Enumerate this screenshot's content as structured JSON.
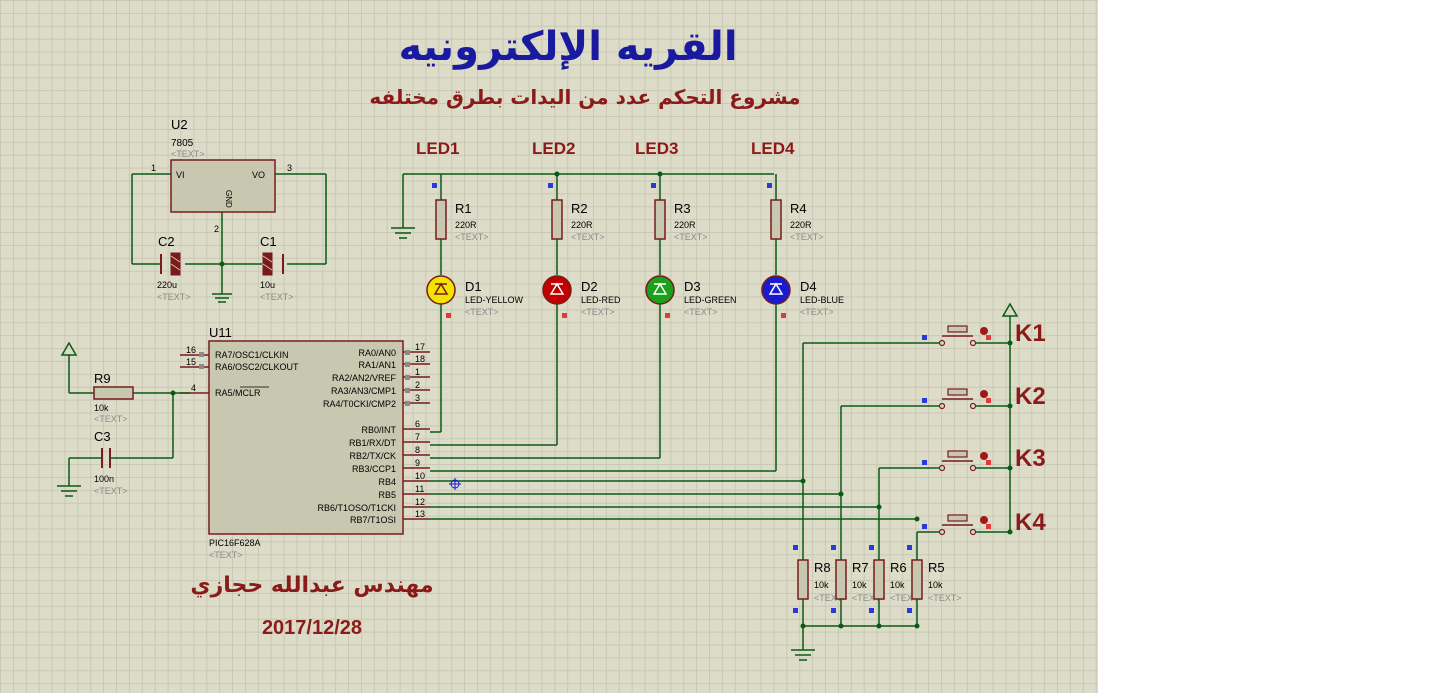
{
  "header": {
    "title": "القريه الإلكترونيه",
    "subtitle": "مشروع التحكم عدد من اليدات بطرق مختلفه"
  },
  "footer": {
    "author": "مهندس عبدالله حجازي",
    "date": "2017/12/28"
  },
  "colors": {
    "title": "#1a1aa0",
    "subtitle": "#8b1a1a",
    "wire": "#0a5a14",
    "part": "#7a1a1a",
    "bg": "#dcdcc8"
  },
  "leds": [
    {
      "label": "LED1",
      "r_ref": "R1",
      "r_val": "220R",
      "d_ref": "D1",
      "d_type": "LED-YELLOW",
      "color": "#f2e400"
    },
    {
      "label": "LED2",
      "r_ref": "R2",
      "r_val": "220R",
      "d_ref": "D2",
      "d_type": "LED-RED",
      "color": "#c00000"
    },
    {
      "label": "LED3",
      "r_ref": "R3",
      "r_val": "220R",
      "d_ref": "D3",
      "d_type": "LED-GREEN",
      "color": "#1aa01a"
    },
    {
      "label": "LED4",
      "r_ref": "R4",
      "r_val": "220R",
      "d_ref": "D4",
      "d_type": "LED-BLUE",
      "color": "#1a1ad0"
    }
  ],
  "switches": [
    "K1",
    "K2",
    "K3",
    "K4"
  ],
  "pulldowns": [
    {
      "ref": "R8",
      "val": "10k"
    },
    {
      "ref": "R7",
      "val": "10k"
    },
    {
      "ref": "R6",
      "val": "10k"
    },
    {
      "ref": "R5",
      "val": "10k"
    }
  ],
  "regulator": {
    "ref": "U2",
    "type": "7805",
    "pin_in": "VI",
    "pin_out": "VO",
    "pin_gnd": "GND",
    "n1": "1",
    "n2": "2",
    "n3": "3"
  },
  "caps": {
    "c2": {
      "ref": "C2",
      "val": "220u"
    },
    "c1": {
      "ref": "C1",
      "val": "10u"
    },
    "c3": {
      "ref": "C3",
      "val": "100n"
    }
  },
  "r9": {
    "ref": "R9",
    "val": "10k"
  },
  "mcu": {
    "ref": "U11",
    "type": "PIC16F628A",
    "left_pins": [
      {
        "num": "16",
        "name": "RA7/OSC1/CLKIN"
      },
      {
        "num": "15",
        "name": "RA6/OSC2/CLKOUT"
      },
      {
        "num": "4",
        "name": "RA5/MCLR"
      }
    ],
    "right_pins": [
      {
        "num": "17",
        "name": "RA0/AN0"
      },
      {
        "num": "18",
        "name": "RA1/AN1"
      },
      {
        "num": "1",
        "name": "RA2/AN2/VREF"
      },
      {
        "num": "2",
        "name": "RA3/AN3/CMP1"
      },
      {
        "num": "3",
        "name": "RA4/T0CKI/CMP2"
      },
      {
        "num": "6",
        "name": "RB0/INT"
      },
      {
        "num": "7",
        "name": "RB1/RX/DT"
      },
      {
        "num": "8",
        "name": "RB2/TX/CK"
      },
      {
        "num": "9",
        "name": "RB3/CCP1"
      },
      {
        "num": "10",
        "name": "RB4"
      },
      {
        "num": "11",
        "name": "RB5"
      },
      {
        "num": "12",
        "name": "RB6/T1OSO/T1CKI"
      },
      {
        "num": "13",
        "name": "RB7/T1OSI"
      }
    ]
  },
  "text_placeholder": "<TEXT>"
}
